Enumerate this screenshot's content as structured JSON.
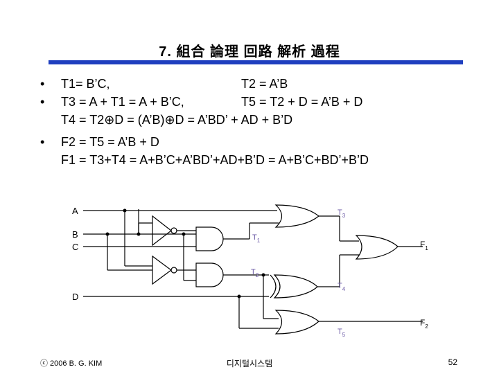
{
  "slide": {
    "title": "7. 組合 論理 回路 解析 過程",
    "bullets": {
      "b1_left": "T1= B’C,",
      "b1_right": "T2 = A’B",
      "b2_left": "T3 = A + T1 = A + B’C,",
      "b2_right": "T5 = T2 + D = A’B + D",
      "b2_cont": "T4 = T2⊕D = (A’B)⊕D = A’BD’ + AD + B’D",
      "b3_line1": "F2 = T5 = A’B + D",
      "b3_line2": "F1 = T3+T4 = A+B’C+A’BD’+AD+B’D = A+B’C+BD’+B’D"
    },
    "bullet_symbol": "•"
  },
  "circuit": {
    "inputs": {
      "a": "A",
      "b": "B",
      "c": "C",
      "d": "D"
    },
    "outputs": {
      "f1": "F",
      "f1_sub": "1",
      "f2": "F",
      "f2_sub": "2"
    },
    "nodes": {
      "t1": "T",
      "t1_sub": "1",
      "t2": "T",
      "t2_sub": "2",
      "t3": "T",
      "t3_sub": "3",
      "t4": "T",
      "t4_sub": "4",
      "t5": "T",
      "t5_sub": "5"
    },
    "wire_color": "#000000",
    "label_color": "#6b5aa6"
  },
  "footer": {
    "copyright": "ⓒ 2006 B. G. KIM",
    "course": "디지털시스템",
    "page": "52"
  }
}
